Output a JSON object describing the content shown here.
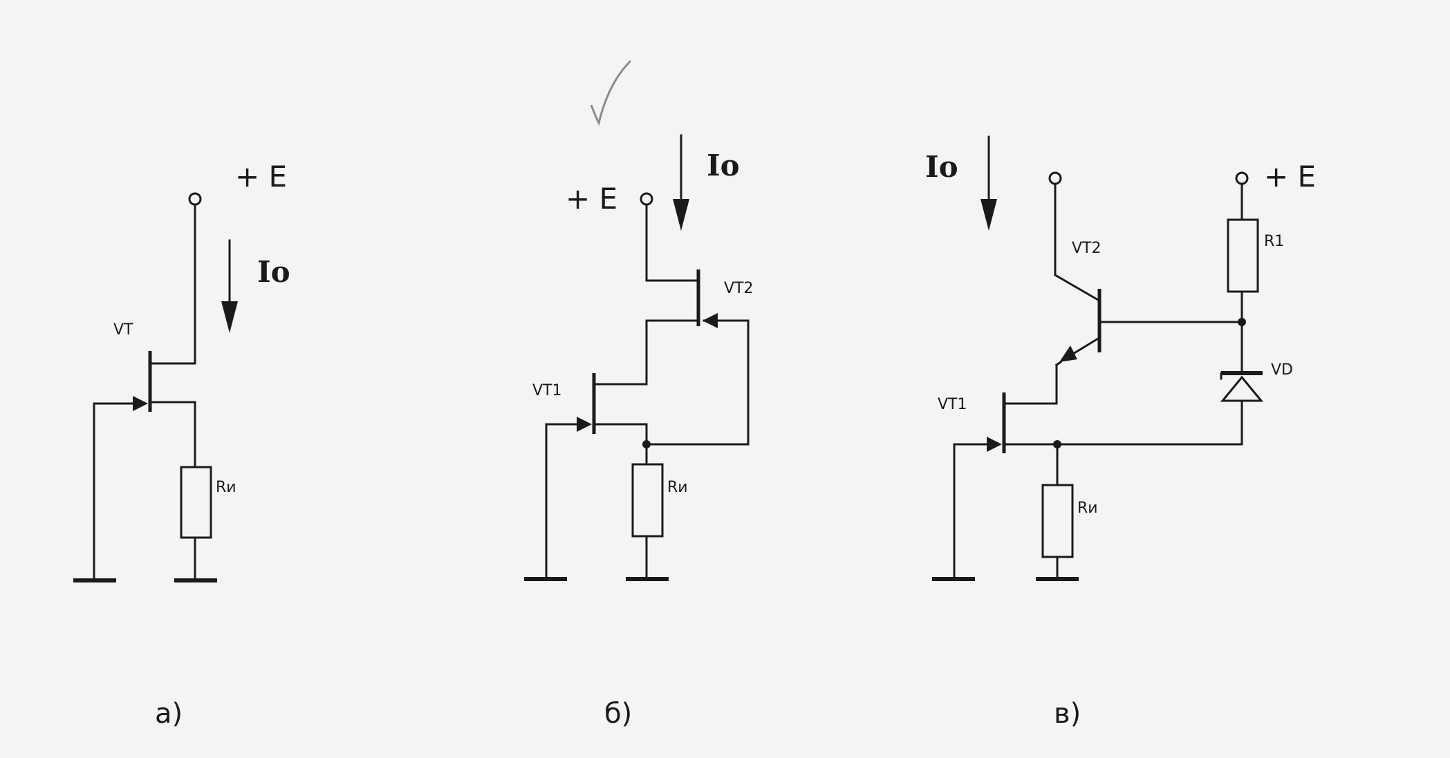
{
  "labels": {
    "a": {
      "supply": "+ E",
      "current": "Io",
      "transistor": "VT",
      "resistor": "Rи",
      "caption": "а)"
    },
    "b": {
      "supply": "+ E",
      "current": "Io",
      "transistor1": "VT1",
      "transistor2": "VT2",
      "resistor": "Rи",
      "caption": "б)"
    },
    "c": {
      "supply": "+ E",
      "current": "Io",
      "transistor1": "VT1",
      "transistor2": "VT2",
      "resistor1": "R1",
      "diode": "VD",
      "resistor": "Rи",
      "caption": "в)"
    }
  },
  "annotation": {
    "checkmark": "check-icon",
    "checkmark_color": "#8a8a8a"
  }
}
